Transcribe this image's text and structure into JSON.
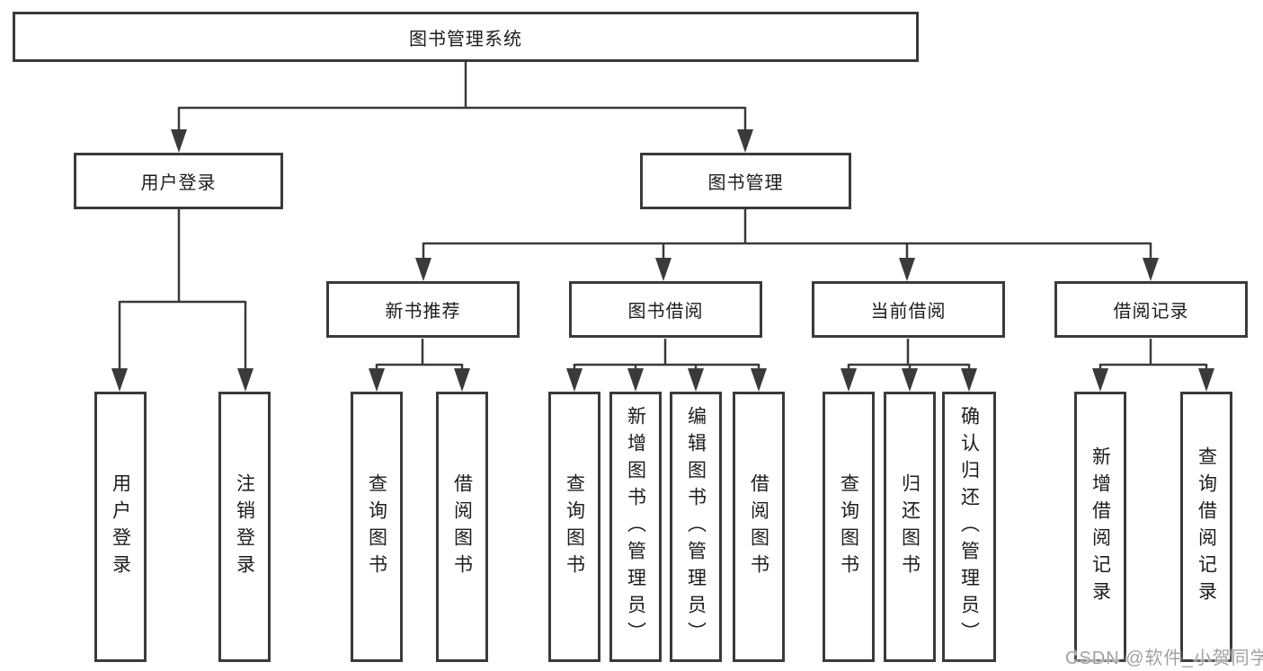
{
  "tree": {
    "root": {
      "label": "图书管理系统"
    },
    "branches": [
      {
        "label": "用户登录",
        "children": [
          {
            "label": "用户登录"
          },
          {
            "label": "注销登录"
          }
        ]
      },
      {
        "label": "图书管理",
        "children": [
          {
            "label": "新书推荐",
            "children": [
              {
                "label": "查询图书"
              },
              {
                "label": "借阅图书"
              }
            ]
          },
          {
            "label": "图书借阅",
            "children": [
              {
                "label": "查询图书"
              },
              {
                "label": "新增图书（管理员）"
              },
              {
                "label": "编辑图书（管理员）"
              },
              {
                "label": "借阅图书"
              }
            ]
          },
          {
            "label": "当前借阅",
            "children": [
              {
                "label": "查询图书"
              },
              {
                "label": "归还图书"
              },
              {
                "label": "确认归还（管理员）"
              }
            ]
          },
          {
            "label": "借阅记录",
            "children": [
              {
                "label": "新增借阅记录"
              },
              {
                "label": "查询借阅记录"
              }
            ]
          }
        ]
      }
    ]
  },
  "watermark": {
    "text": "CSDN @软件_小贺同学"
  },
  "colors": {
    "line": "#3a3a3a",
    "text": "#1c1c1c",
    "background": "#ffffff",
    "watermark": "#a5a0a0"
  }
}
